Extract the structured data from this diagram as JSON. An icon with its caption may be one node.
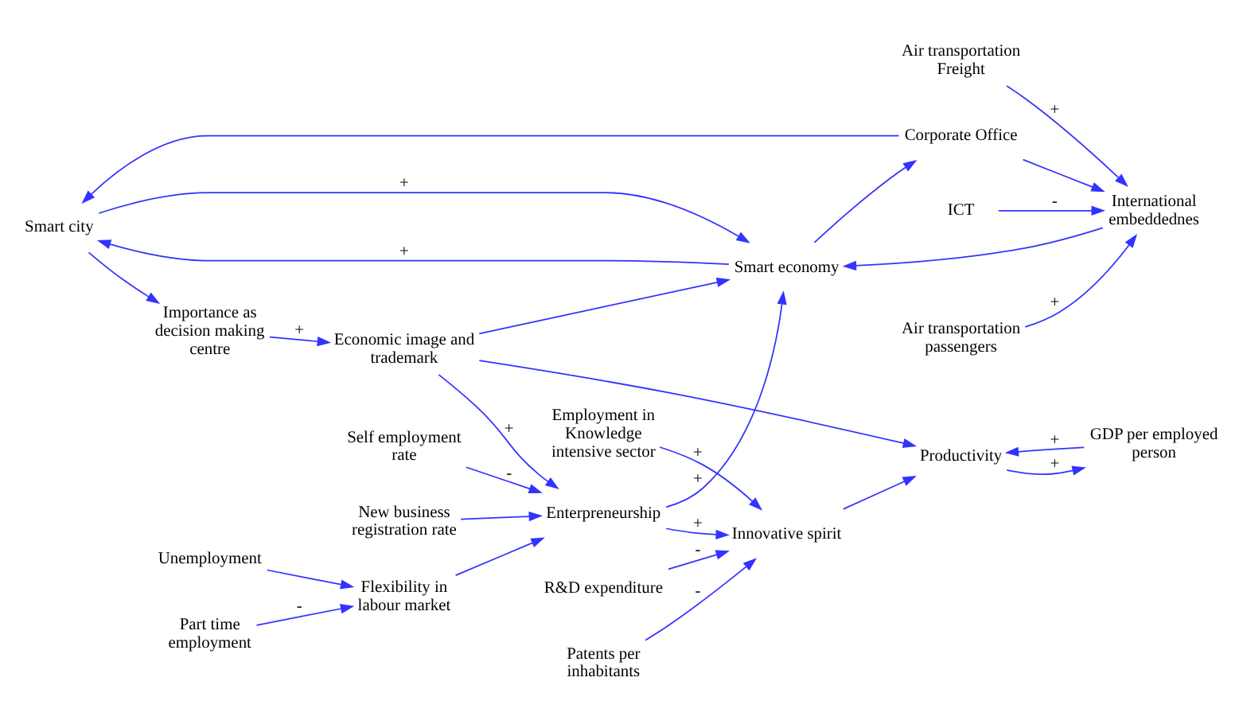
{
  "diagram": {
    "nodes": [
      {
        "text": [
          "Smart city"
        ]
      },
      {
        "text": [
          "Importance as decision making centre"
        ]
      },
      {
        "text": [
          "Smart economy"
        ]
      },
      {
        "text": [
          "Corporate Office"
        ]
      },
      {
        "text": [
          "Economic image and trademark"
        ]
      },
      {
        "text": [
          "Enterpreneurship"
        ]
      },
      {
        "text": [
          "ICT"
        ]
      },
      {
        "text": [
          "International embeddednes"
        ]
      },
      {
        "text": [
          "Productivity"
        ]
      },
      {
        "text": [
          "GDP per employed person"
        ]
      },
      {
        "text": [
          "Air transportation passengers"
        ]
      },
      {
        "text": [
          "Innovative spirit"
        ]
      },
      {
        "text": [
          "Air transportation Freight"
        ]
      },
      {
        "text": [
          "Flexibility in labour market"
        ]
      },
      {
        "text": [
          "Self employment rate"
        ]
      },
      {
        "text": [
          "Employment in Knowledge intensive sector"
        ]
      },
      {
        "text": [
          "Part time employment"
        ]
      },
      {
        "text": [
          "New business registration rate"
        ]
      },
      {
        "text": [
          "Patents per inhabitants"
        ]
      },
      {
        "text": [
          "R&D expenditure"
        ]
      },
      {
        "text": [
          "Unemployment"
        ]
      }
    ],
    "edges": [
      {
        "from": 0,
        "to": 1,
        "arrow": "to"
      },
      {
        "from": 0,
        "to": 2,
        "arrow": "to",
        "label": "+"
      },
      {
        "from": 2,
        "to": 0,
        "arrow": "to",
        "label": "+"
      },
      {
        "from": 3,
        "to": 0,
        "arrow": "to"
      },
      {
        "from": 2,
        "to": 3,
        "arrow": "to"
      },
      {
        "from": 3,
        "to": 7,
        "arrow": "to"
      },
      {
        "from": 7,
        "to": 2,
        "arrow": "to"
      },
      {
        "from": 1,
        "to": 4,
        "arrow": "to",
        "label": "+"
      },
      {
        "from": 4,
        "to": 2,
        "arrow": "to"
      },
      {
        "from": 4,
        "to": 5,
        "arrow": "to",
        "label": "+"
      },
      {
        "from": 5,
        "to": 2,
        "arrow": "to",
        "label": "+"
      },
      {
        "from": 4,
        "to": 8,
        "arrow": "to"
      },
      {
        "from": 9,
        "to": 8,
        "arrow": "to",
        "label": "+"
      },
      {
        "from": 8,
        "to": 9,
        "arrow": "to",
        "label": "+"
      },
      {
        "from": 11,
        "to": 8,
        "arrow": "to"
      },
      {
        "from": 5,
        "to": 11,
        "arrow": "to",
        "label": "+"
      },
      {
        "from": 15,
        "to": 11,
        "arrow": "to",
        "label": "+"
      },
      {
        "from": 19,
        "to": 11,
        "arrow": "to",
        "label": "-"
      },
      {
        "from": 18,
        "to": 11,
        "arrow": "to",
        "label": "-"
      },
      {
        "from": 6,
        "to": 7,
        "arrow": "to",
        "label": "-"
      },
      {
        "from": 10,
        "to": 7,
        "arrow": "to",
        "label": "+"
      },
      {
        "from": 12,
        "to": 7,
        "arrow": "to",
        "label": "+"
      },
      {
        "from": 13,
        "to": 5,
        "arrow": "to"
      },
      {
        "from": 17,
        "to": 5,
        "arrow": "to"
      },
      {
        "from": 14,
        "to": 5,
        "arrow": "to",
        "label": "-"
      },
      {
        "from": 16,
        "to": 13,
        "arrow": "to",
        "label": "-"
      },
      {
        "from": 20,
        "to": 13,
        "arrow": "to"
      }
    ]
  }
}
